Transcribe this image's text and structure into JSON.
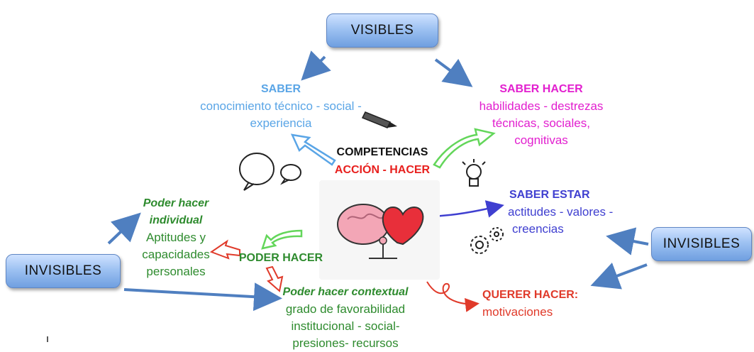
{
  "callouts": {
    "visibles": "VISIBLES",
    "invisibles_right": "INVISIBLES",
    "invisibles_left": "INVISIBLES"
  },
  "saber": {
    "title": "SABER",
    "line1": "conocimiento técnico - social -",
    "line2": "experiencia"
  },
  "saber_hacer": {
    "title": "SABER HACER",
    "line1": "habilidades - destrezas",
    "line2": "técnicas, sociales,",
    "line3": "cognitivas"
  },
  "competencias": {
    "title": "COMPETENCIAS",
    "subtitle": "ACCIÓN - HACER"
  },
  "saber_estar": {
    "title": "SABER ESTAR",
    "line1": "actitudes - valores -",
    "line2": "creencias"
  },
  "poder_individual": {
    "title1": "Poder hacer",
    "title2": "individual",
    "line1": "Aptitudes y",
    "line2": "capacidades",
    "line3": "personales"
  },
  "poder_hacer": {
    "title": "PODER HACER"
  },
  "poder_contextual": {
    "title": "Poder hacer contextual",
    "line1": "grado de favorabilidad",
    "line2": "institucional - social-",
    "line3": "presiones- recursos"
  },
  "querer_hacer": {
    "title": "QUERER HACER:",
    "line1": "motivaciones"
  },
  "colors": {
    "saber": "#5aa5e6",
    "saber_hacer": "#e21fcf",
    "saber_estar": "#3f3fd0",
    "poder": "#2e8b2e",
    "querer": "#e03a2a",
    "arrow_blue": "#4f7fc0"
  }
}
